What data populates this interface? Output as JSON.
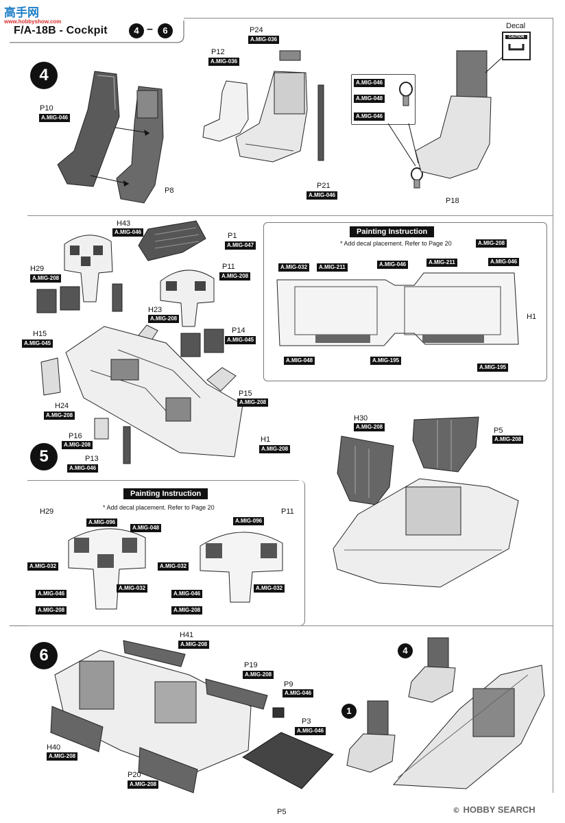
{
  "header": {
    "title": "F/A-18B - Cockpit",
    "step_from": "4",
    "step_to": "6",
    "dash": "–",
    "site_logo_text": "高手网",
    "site_url": "www.hobbyshow.com",
    "decal_label": "Decal",
    "decal_code": "CAUTION"
  },
  "step4": {
    "number": "4",
    "parts": [
      {
        "id": "P10",
        "paint": "A.MIG-046"
      },
      {
        "id": "P8",
        "paint": ""
      },
      {
        "id": "P12",
        "paint": "A.MIG-036"
      },
      {
        "id": "P24",
        "paint": "A.MIG-036"
      },
      {
        "id": "P21",
        "paint": "A.MIG-046"
      },
      {
        "id": "P18",
        "paint": ""
      }
    ],
    "handle_paints": [
      "A.MIG-046",
      "A.MIG-048",
      "A.MIG-046"
    ]
  },
  "step5": {
    "number": "5",
    "parts": [
      {
        "id": "H43",
        "paint": "A.MIG-046"
      },
      {
        "id": "P1",
        "paint": "A.MIG-047"
      },
      {
        "id": "H29",
        "paint": "A.MIG-208"
      },
      {
        "id": "P11",
        "paint": "A.MIG-208"
      },
      {
        "id": "H23",
        "paint": "A.MIG-208"
      },
      {
        "id": "H15",
        "paint": "A.MIG-045"
      },
      {
        "id": "P14",
        "paint": "A.MIG-045"
      },
      {
        "id": "H24",
        "paint": "A.MIG-208"
      },
      {
        "id": "P15",
        "paint": "A.MIG-208"
      },
      {
        "id": "P16",
        "paint": "A.MIG-208"
      },
      {
        "id": "P13",
        "paint": "A.MIG-046"
      },
      {
        "id": "H1",
        "paint": "A.MIG-208"
      },
      {
        "id": "H30",
        "paint": "A.MIG-208"
      },
      {
        "id": "P5",
        "paint": "A.MIG-208"
      }
    ],
    "painting_h1": {
      "heading": "Painting Instruction",
      "note": "* Add decal placement. Refer to Page 20",
      "part": "H1",
      "callouts": [
        "A.MIG-032",
        "A.MIG-211",
        "A.MIG-046",
        "A.MIG-211",
        "A.MIG-208",
        "A.MIG-046",
        "A.MIG-048",
        "A.MIG-195",
        "A.MIG-195"
      ]
    },
    "painting_panels": {
      "heading": "Painting Instruction",
      "note": "* Add decal placement. Refer to Page 20",
      "left": {
        "part": "H29",
        "callouts": [
          "A.MIG-096",
          "A.MIG-048",
          "A.MIG-032",
          "A.MIG-046",
          "A.MIG-032",
          "A.MIG-208"
        ]
      },
      "right": {
        "part": "P11",
        "callouts": [
          "A.MIG-096",
          "A.MIG-032",
          "A.MIG-046",
          "A.MIG-032",
          "A.MIG-208"
        ]
      }
    }
  },
  "step6": {
    "number": "6",
    "parts": [
      {
        "id": "H41",
        "paint": "A.MIG-208"
      },
      {
        "id": "P19",
        "paint": "A.MIG-208"
      },
      {
        "id": "P9",
        "paint": "A.MIG-046"
      },
      {
        "id": "P3",
        "paint": "A.MIG-046"
      },
      {
        "id": "H40",
        "paint": "A.MIG-208"
      },
      {
        "id": "P20",
        "paint": "A.MIG-208"
      }
    ],
    "ref_step_a": "4",
    "ref_step_b": "1"
  },
  "footer": {
    "page": "P5",
    "watermark": "HOBBY SEARCH",
    "watermark_mark": "©"
  }
}
